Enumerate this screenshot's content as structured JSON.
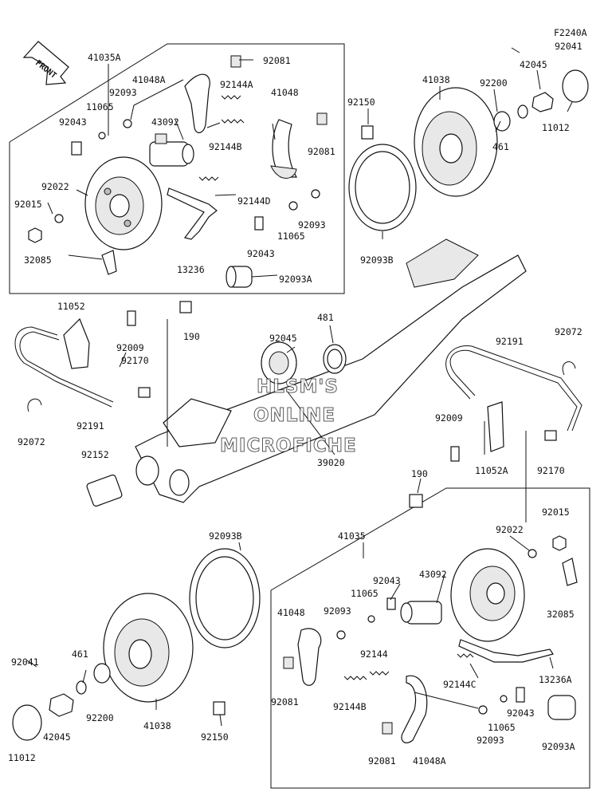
{
  "diagram": {
    "figure_id": "F2240A",
    "direction_label": "FRONT",
    "watermark": [
      "HLSM'S",
      "ONLINE",
      "MICROFICHE"
    ],
    "part_labels": {
      "p41035A": "41035A",
      "p92081_t": "92081",
      "p41048A_t": "41048A",
      "p92093_t1": "92093",
      "p11065_t": "11065",
      "p92043_t": "92043",
      "p43092_t": "43092",
      "p92144A": "92144A",
      "p41048_t": "41048",
      "p92144B_t": "92144B",
      "p92081_t2": "92081",
      "p92022_t": "92022",
      "p92015_t": "92015",
      "p92144D": "92144D",
      "p92093_t2": "92093",
      "p11065_t2": "11065",
      "p92043_t2": "92043",
      "p32085_t": "32085",
      "p13236": "13236",
      "p92093A_t": "92093A",
      "p92150_t": "92150",
      "p41038_t": "41038",
      "p92200_t": "92200",
      "p42045_t": "42045",
      "p92041_t": "92041",
      "p461_t": "461",
      "p11012_t": "11012",
      "p92093B_t": "92093B",
      "p11052": "11052",
      "p92009_l": "92009",
      "p92170_l": "92170",
      "p190_t": "190",
      "p92045": "92045",
      "p481": "481",
      "p92072_l": "92072",
      "p92191_l": "92191",
      "p92152": "92152",
      "p39020": "39020",
      "p92191_r": "92191",
      "p92072_r": "92072",
      "p92009_r": "92009",
      "p11052A": "11052A",
      "p92170_r": "92170",
      "p190_b": "190",
      "p92093B_b": "92093B",
      "p41035": "41035",
      "p92015_b": "92015",
      "p92022_b": "92022",
      "p92043_b1": "92043",
      "p43092_b": "43092",
      "p11065_b1": "11065",
      "p41048_b": "41048",
      "p92093_b1": "92093",
      "p32085_b": "32085",
      "p92144": "92144",
      "p92041_b": "92041",
      "p461_b": "461",
      "p92081_b1": "92081",
      "p92144C": "92144C",
      "p13236A": "13236A",
      "p92200_b": "92200",
      "p42045_b": "42045",
      "p92144B_b": "92144B",
      "p41038_b": "41038",
      "p92043_b2": "92043",
      "p11065_b2": "11065",
      "p92093_b2": "92093",
      "p92150_b": "92150",
      "p11012_b": "11012",
      "p92081_b2": "92081",
      "p41048A_b": "41048A",
      "p92093A_b": "92093A"
    }
  }
}
